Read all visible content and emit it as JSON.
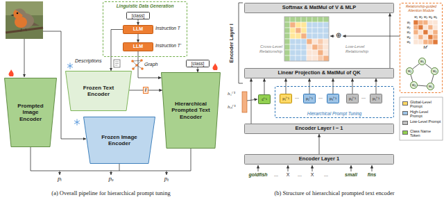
{
  "diagram": {
    "nodes": [
      {
        "text": [
          "Linguistic Data Generation"
        ]
      },
      {
        "text": [
          "[class]"
        ],
        "in": 0
      },
      {
        "text": [
          "LLM"
        ],
        "in": 0
      },
      {
        "text": [
          "LLM"
        ],
        "in": 0
      },
      {
        "text": [
          "[class]"
        ]
      },
      {
        "text": [
          "Prompted Image Encoder"
        ]
      },
      {
        "text": [
          "Frozen Text Encoder"
        ]
      },
      {
        "text": [
          "Frozen Image Encoder"
        ]
      },
      {
        "text": [
          "Hierarchical Prompted Text Encoder"
        ]
      },
      {
        "text": [
          "Softmax & MatMul of V & MLP"
        ]
      },
      {
        "text": [
          "Relationship-guided Attention Module"
        ]
      },
      {
        "text": [
          "w₁"
        ],
        "in": 10
      },
      {
        "text": [
          "w₂"
        ],
        "in": 10
      },
      {
        "text": [
          "w₃"
        ],
        "in": 10
      },
      {
        "text": [
          "w₄"
        ],
        "in": 10
      },
      {
        "text": [
          "w₅"
        ],
        "in": 10
      },
      {
        "text": [
          "Linear Projection & MatMul of QK"
        ]
      },
      {
        "text": [
          "cˡ⁻¹"
        ]
      },
      {
        "text": [
          "Hierarchical Prompt Tuning"
        ]
      },
      {
        "text": [
          "p₁ˡ⁻¹"
        ],
        "in": 18
      },
      {
        "text": [
          "p₂ˡ⁻¹"
        ],
        "in": 18
      },
      {
        "text": [
          "p₃ˡ⁻¹"
        ],
        "in": 18
      },
      {
        "text": [
          "p₄ˡ⁻¹"
        ],
        "in": 18
      },
      {
        "text": [
          "p₅ˡ⁻¹"
        ],
        "in": 18
      },
      {
        "text": [
          "Encoder Layer l − 1"
        ]
      },
      {
        "text": [
          "Encoder Layer 1"
        ]
      }
    ],
    "edges": [
      {
        "from": 1,
        "to": 2,
        "arrow": "to"
      },
      {
        "from": 2,
        "to": 3,
        "arrow": "to"
      },
      {
        "from": 3,
        "to": 8,
        "arrow": "to"
      },
      {
        "from": 2,
        "to": 6,
        "arrow": "to"
      },
      {
        "from": 6,
        "to": 8,
        "label": "/",
        "arrow": "to"
      },
      {
        "from": 4,
        "to": 8,
        "arrow": "to"
      },
      {
        "from": 25,
        "to": 24,
        "arrow": "to"
      },
      {
        "from": 24,
        "to": 16,
        "arrow": "to"
      },
      {
        "from": 17,
        "to": 16,
        "arrow": "to"
      },
      {
        "from": 19,
        "to": 16,
        "arrow": "to"
      },
      {
        "from": 20,
        "to": 16,
        "arrow": "to"
      },
      {
        "from": 21,
        "to": 16,
        "arrow": "to"
      },
      {
        "from": 22,
        "to": 16,
        "arrow": "to"
      },
      {
        "from": 23,
        "to": 16,
        "arrow": "to"
      },
      {
        "from": 16,
        "to": 9,
        "arrow": "to"
      },
      {
        "from": 11,
        "to": 12,
        "arrow": "none"
      },
      {
        "from": 11,
        "to": 13,
        "arrow": "none"
      },
      {
        "from": 12,
        "to": 14,
        "arrow": "none"
      },
      {
        "from": 13,
        "to": 15,
        "arrow": "none"
      },
      {
        "from": 14,
        "to": 15,
        "arrow": "none"
      }
    ],
    "labels": [
      "Instruction T",
      "Instruction T'",
      "Descriptions",
      "Graph",
      "pᵢ",
      "pₒ",
      "pₜ",
      "(a) Overall pipeline for hierarchical prompt tuning",
      "Encoder Layer l",
      "Cross-Level Relationship",
      "Low-Level Relationship",
      "⊕",
      "w₁",
      "w₂",
      "w₃",
      "w₄",
      "w₅",
      "w₁",
      "w₂",
      "w₃",
      "w₄",
      "w₅",
      "Mˡ",
      "...",
      "...",
      "...",
      "h₁ˡ⁻¹",
      "hₙˡ⁻¹",
      "goldfish",
      "...",
      "X",
      "...",
      "X",
      "...",
      "small",
      "fins",
      "(b) Structure of hierarchical prompted text encoder"
    ],
    "legend": [
      {
        "text": "Global-Level Prompt",
        "color": "#ffd966"
      },
      {
        "text": "High-Level Prompt",
        "color": "#9dc3e6"
      },
      {
        "text": "Low-Level Prompt",
        "color": "#bfbfbf"
      },
      {
        "text": "Class Name Token",
        "color": "#92d050"
      }
    ]
  }
}
